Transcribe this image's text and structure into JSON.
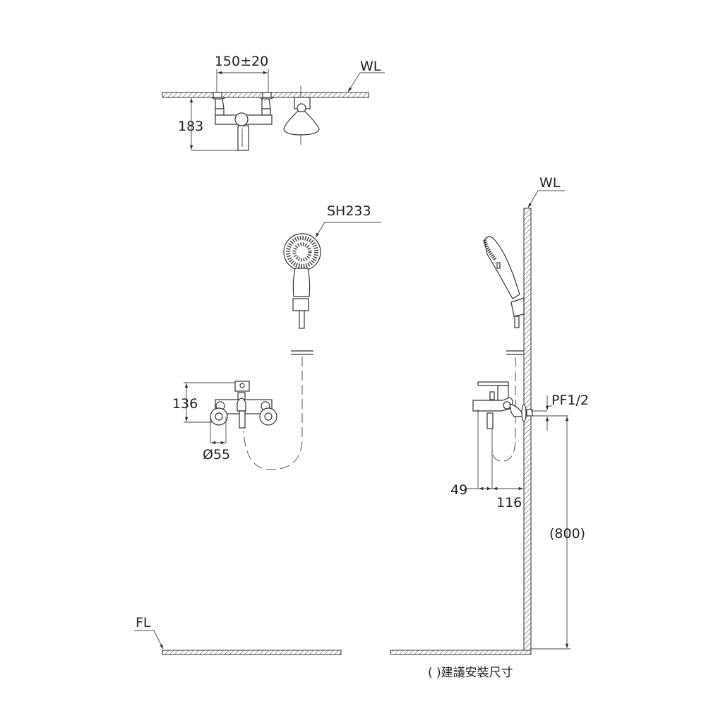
{
  "plan_view": {
    "spacing_label": "150±20",
    "depth_label": "183",
    "wall_label": "WL"
  },
  "front_view": {
    "shower_model": "SH233",
    "height_label": "136",
    "diameter_label": "Ø55"
  },
  "side_view": {
    "wall_label": "WL",
    "pipe_label": "PF1/2",
    "spout_offset_label": "49",
    "projection_label": "116",
    "height_label": "(800)",
    "floor_label": "FL"
  },
  "note": "( )建議安裝尺寸",
  "colors": {
    "line": "#333333",
    "hatch": "#555555"
  }
}
